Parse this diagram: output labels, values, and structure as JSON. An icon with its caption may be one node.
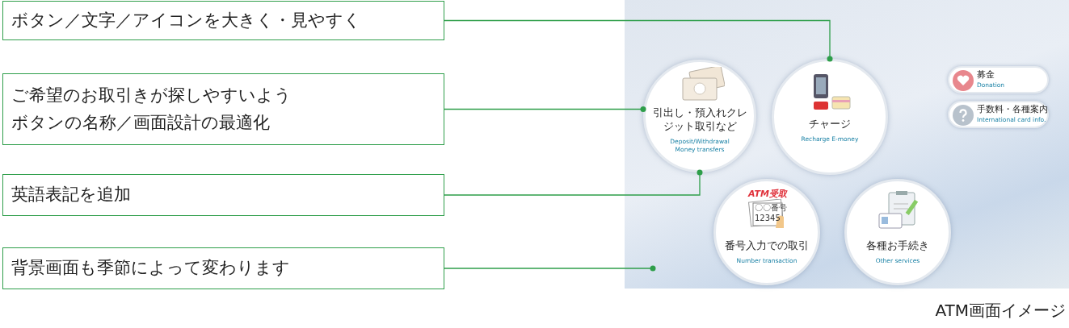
{
  "diagram": {
    "nodes": [
      {
        "text": [
          "ボタン／文字／アイコンを大きく・見やすく"
        ]
      },
      {
        "text": [
          "ご希望のお取引きが探しやすいようボタンの名称／画面設計の最適化"
        ]
      },
      {
        "text": [
          "英語表記を追加"
        ]
      },
      {
        "text": [
          "背景画面も季節によって変わります"
        ]
      },
      {
        "text": [],
        "shape": "picture"
      },
      {
        "text": [
          "引出し・預入れクレジット取引など",
          "Deposit/Withdrawal Money transfers"
        ],
        "in": 4
      },
      {
        "text": [
          "チャージ",
          "Recharge E-money"
        ],
        "in": 4
      },
      {
        "text": [
          "募金",
          "Donation"
        ],
        "in": 4
      },
      {
        "text": [
          "手数料・各種案内",
          "International card info."
        ],
        "in": 4
      },
      {
        "text": [
          "番号入力での取引",
          "Number transaction"
        ],
        "in": 4
      },
      {
        "text": [
          "各種お手続き",
          "Other services"
        ],
        "in": 4
      }
    ],
    "edges": [
      {
        "from": 0,
        "to": 6,
        "arrow": "other"
      },
      {
        "from": 1,
        "to": 5,
        "arrow": "other"
      },
      {
        "from": 2,
        "to": 5,
        "arrow": "other"
      },
      {
        "from": 3,
        "to": 4,
        "arrow": "other"
      }
    ],
    "labels": [
      "ATM受取",
      "〇〇番号",
      "12345"
    ],
    "caption": "ATM画面イメージ"
  }
}
